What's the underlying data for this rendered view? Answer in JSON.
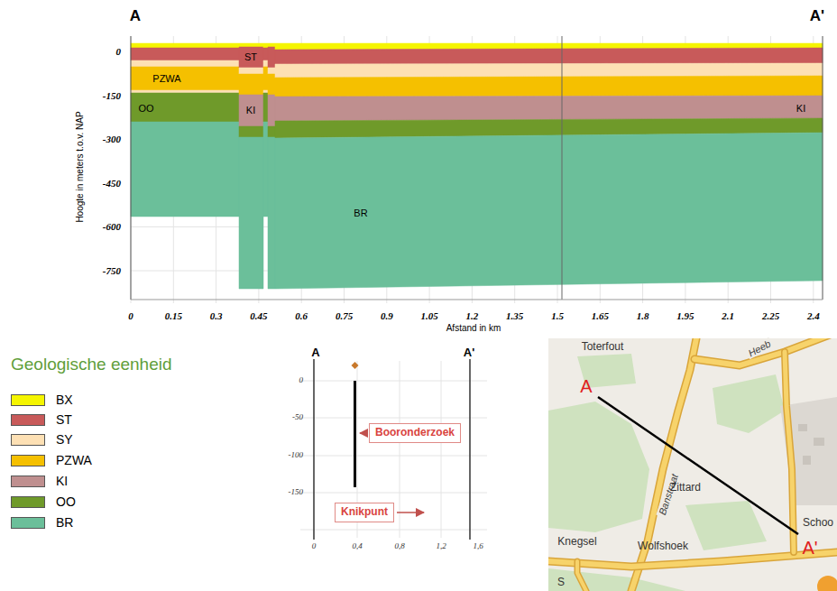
{
  "diagram": {
    "nodes": [
      {
        "text": [
          "ST"
        ]
      },
      {
        "text": [
          "PZWA"
        ]
      },
      {
        "text": [
          "OO"
        ]
      },
      {
        "text": [
          "KI"
        ]
      },
      {
        "text": [
          "KI"
        ]
      },
      {
        "text": [
          "BR"
        ]
      },
      {
        "text": [
          "Booronderzoek"
        ]
      },
      {
        "text": [
          "Knikpunt"
        ]
      }
    ],
    "labels": [
      "A",
      "A'",
      "Hoogte in meters t.o.v. NAP",
      "0",
      "-150",
      "-300",
      "-450",
      "-600",
      "-750",
      "0",
      "0.15",
      "0.3",
      "0.45",
      "0.6",
      "0.75",
      "0.9",
      "1.05",
      "1.2",
      "1.35",
      "1.5",
      "1.65",
      "1.8",
      "1.95",
      "2.1",
      "2.25",
      "2.4",
      "Afstand in km",
      "Geologische eenheid",
      "A",
      "A'",
      "0",
      "-50",
      "-100",
      "-150",
      "0",
      "0,4",
      "0,8",
      "1,2",
      "1,6",
      "Toterfout",
      "Heeb",
      "Banstraat",
      "Zittard",
      "Knegsel",
      "Wolfshoek",
      "Schoo",
      "S",
      "A",
      "A'"
    ],
    "legend": [
      {
        "text": "BX",
        "color": "#f5f500"
      },
      {
        "text": "ST",
        "color": "#c85a5a"
      },
      {
        "text": "SY",
        "color": "#fde0b4"
      },
      {
        "text": "PZWA",
        "color": "#f5c000"
      },
      {
        "text": "KI",
        "color": "#bf8f8f"
      },
      {
        "text": "OO",
        "color": "#6f9a2a"
      },
      {
        "text": "BR",
        "color": "#6bbf9a"
      }
    ]
  }
}
